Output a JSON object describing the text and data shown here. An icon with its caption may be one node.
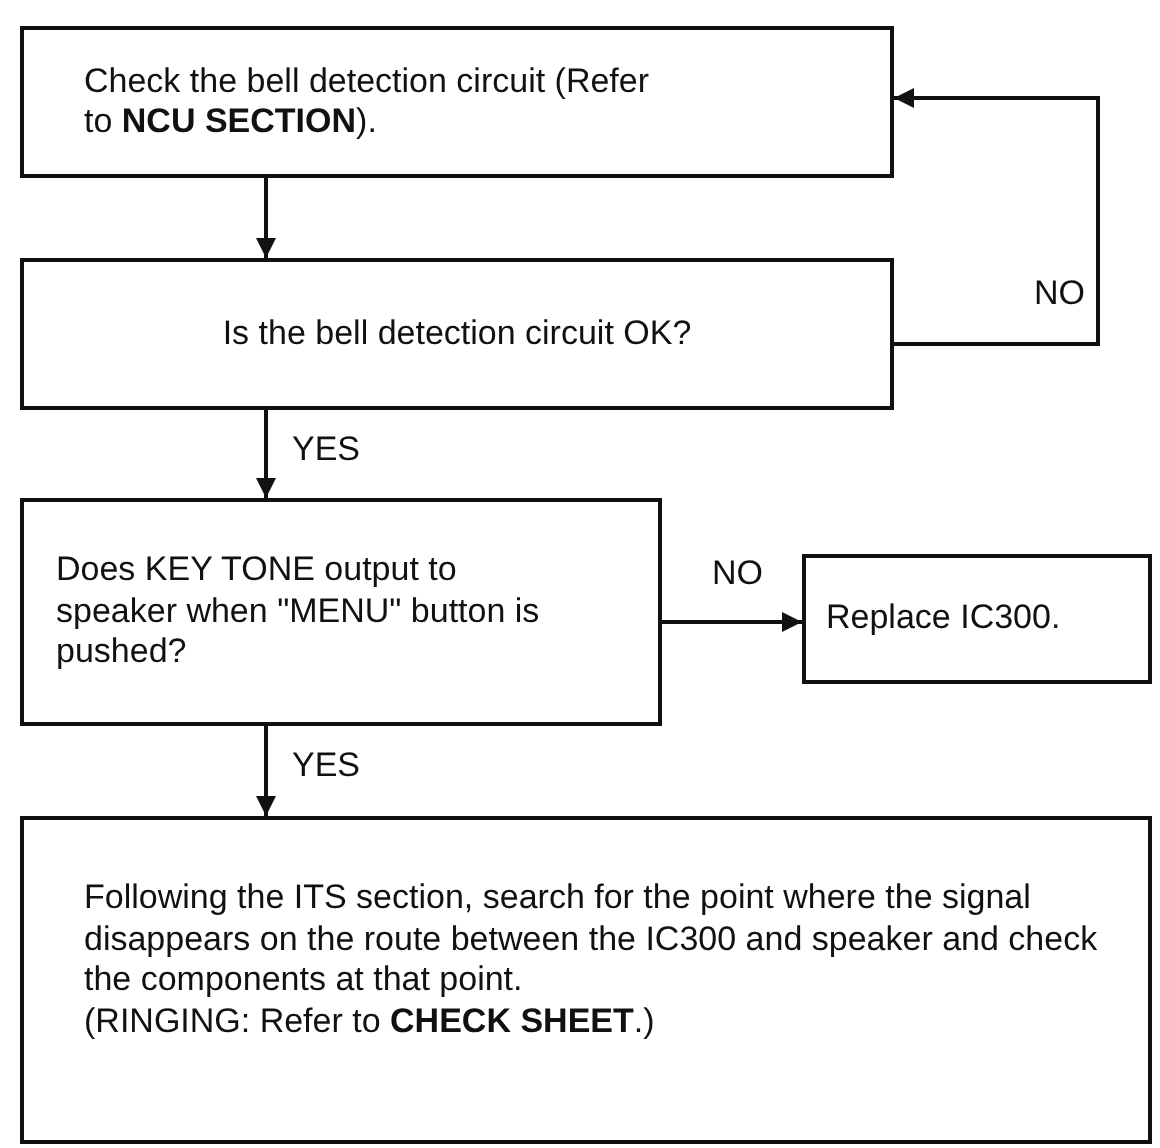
{
  "diagram": {
    "nodes": [
      {
        "text": [
          "Check the bell detection circuit (Refer to **NCU SECTION**)."
        ]
      },
      {
        "text": [
          "Is the bell detection circuit OK?"
        ]
      },
      {
        "text": [
          "Does KEY TONE output to speaker when \"MENU\" button is pushed?"
        ]
      },
      {
        "text": [
          "Replace IC300."
        ]
      },
      {
        "text": [
          "Following the ITS section, search for the point where the signal disappears on the route between the IC300 and speaker and check the components at that point.",
          "(RINGING: Refer to **CHECK SHEET**.)"
        ]
      }
    ],
    "edges": [
      {
        "from": 0,
        "to": 1,
        "arrow": "to"
      },
      {
        "from": 1,
        "to": 0,
        "arrow": "to",
        "label": "NO"
      },
      {
        "from": 1,
        "to": 2,
        "arrow": "to",
        "label": "YES"
      },
      {
        "from": 2,
        "to": 3,
        "arrow": "to",
        "label": "NO"
      },
      {
        "from": 2,
        "to": 4,
        "arrow": "to",
        "label": "YES"
      }
    ]
  }
}
